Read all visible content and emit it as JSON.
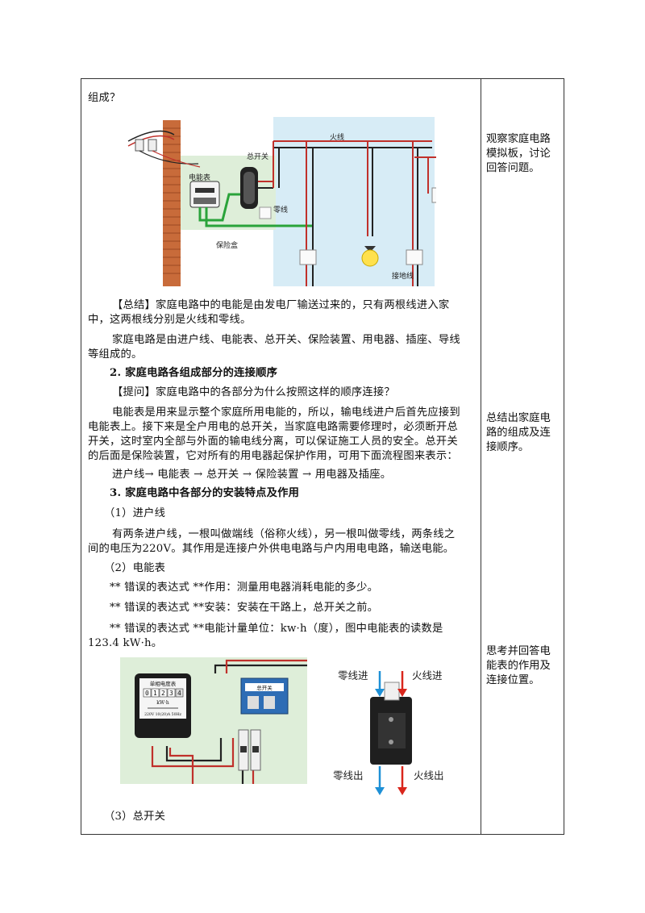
{
  "main": {
    "intro_tail": "组成？",
    "diagram1": {
      "labels": {
        "meter": "电能表",
        "main_switch": "总开关",
        "live_wire": "火线",
        "neutral_wire": "零线",
        "fuse_box": "保险盒",
        "ground_wire": "接地线"
      }
    },
    "summary_line1": "【总结】家庭电路中的电能是由发电厂输送过来的，只有两根线进入家",
    "summary_line2": "中，这两根线分别是火线和零线。",
    "composition_line1": "家庭电路是由进户线、电能表、总开关、保险装置、用电器、插座、导线",
    "composition_line2": "等组成的。",
    "heading2": "2. 家庭电路各组成部分的连接顺序",
    "question": "【提问】家庭电路中的各部分为什么按照这样的顺序连接？",
    "explain_line1": "电能表是用来显示整个家庭所用电能的，所以，输电线进户后首先应接到",
    "explain_line2": "电能表上。接下来是全户用电的总开关，当家庭电路需要修理时，必须断开总",
    "explain_line3": "开关，这时室内全部与外面的输电线分离，可以保证施工人员的安全。总开关",
    "explain_line4": "的后面是保险装置，它对所有的用电器起保护作用，可用下面流程图来表示：",
    "flow": "进户线→  电能表  →  总开关  →  保险装置  →  用电器及插座。",
    "heading3": "3. 家庭电路中各部分的安装特点及作用",
    "sub1": "（1）进户线",
    "incoming_line1": "有两条进户线，一根叫做端线（俗称火线），另一根叫做零线，两条线之",
    "incoming_line2": "间的电压为220V。其作用是连接户外供电电路与户内用电电路，输送电能。",
    "sub2": "（2）电能表",
    "meter_func": "**  错误的表达式  **作用：测量用电器消耗电能的多少。",
    "meter_install": "**  错误的表达式  **安装：安装在干路上，总开关之前。",
    "meter_unit_line1": "**  错误的表达式  **电能计量单位：kw·h（度），图中电能表的读数是",
    "meter_unit_line2": "123.4 kW·h。",
    "diagram2": {
      "meter_title": "单相电度表",
      "digits": [
        "0",
        "1",
        "2",
        "3",
        "4"
      ],
      "unit": "kW·h",
      "spec": "220V 10(20)A 50Hz",
      "switch_label": "总开关"
    },
    "diagram3": {
      "neutral_in": "零线进",
      "live_in": "火线进",
      "neutral_out": "零线出",
      "live_out": "火线出"
    },
    "sub3": "（3）总开关"
  },
  "side": {
    "note1": "观察家庭电路模拟板，讨论回答问题。",
    "note2": "总结出家庭电路的组成及连接顺序。",
    "note3": "思考并回答电能表的作用及连接位置。"
  },
  "colors": {
    "border": "#333333",
    "diagram_bg": "#d7ecf6",
    "panel_bg": "#deeed9",
    "live_wire": "#c0302b",
    "neutral_wire": "#222222",
    "ground_wire": "#2aa33a",
    "brick": "#c86b3a",
    "arrow_blue": "#1e90d6",
    "arrow_red": "#d9261c"
  }
}
